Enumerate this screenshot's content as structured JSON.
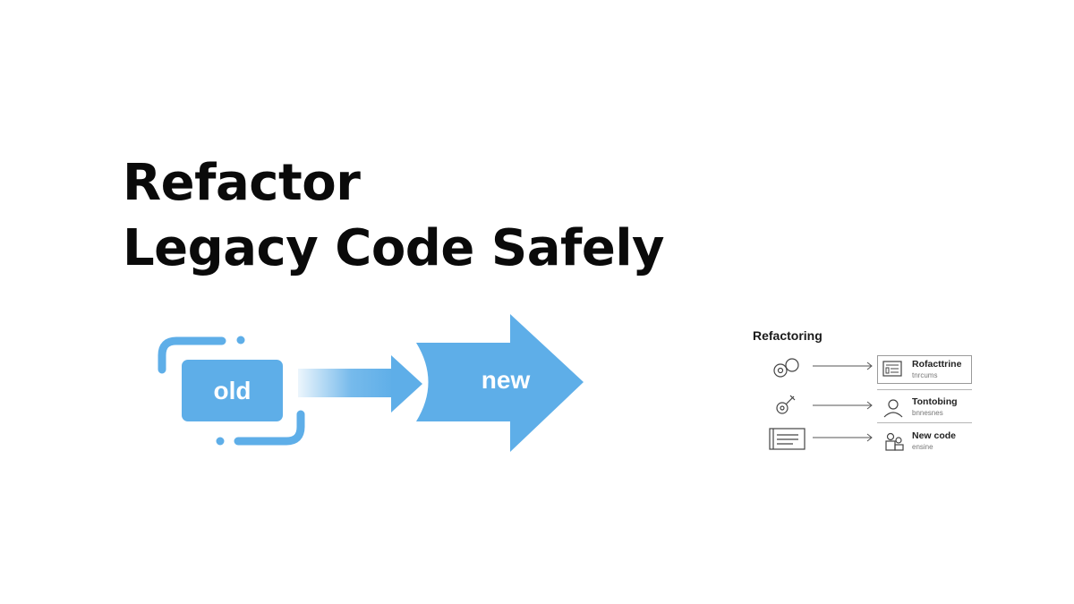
{
  "heading": {
    "line1": "Refactor",
    "line2": "Legacy Code Safely"
  },
  "transform": {
    "old_label": "old",
    "new_label": "new",
    "accent_color": "#5eaee8",
    "icons": [
      "bracket-icon",
      "arrow-right-icon",
      "chevron-arrow-icon"
    ]
  },
  "diagram": {
    "title": "Refactoring",
    "rows": [
      {
        "source_icon": "link-icon",
        "target_icon": "document-icon",
        "title": "Rofacttrine",
        "subtitle": "tnrcums"
      },
      {
        "source_icon": "brush-icon",
        "target_icon": "person-icon",
        "title": "Tontobing",
        "subtitle": "bnnesnes"
      },
      {
        "source_icon": "code-window-icon",
        "target_icon": "users-icon",
        "title": "New code",
        "subtitle": "ensine"
      }
    ]
  }
}
